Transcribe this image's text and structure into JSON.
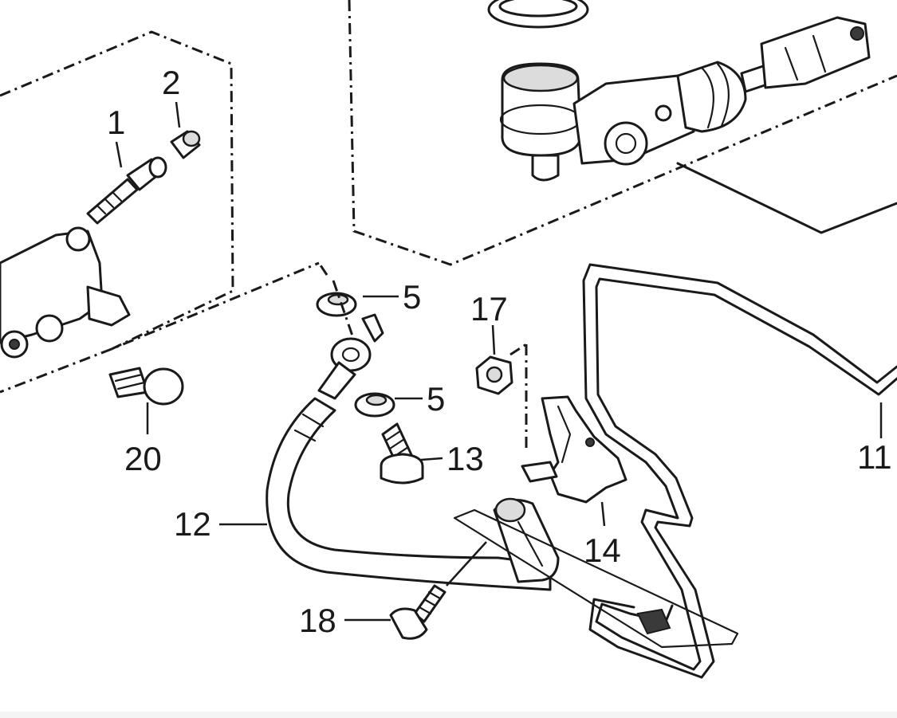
{
  "callouts": {
    "c1": "1",
    "c2": "2",
    "c5a": "5",
    "c5b": "5",
    "c11": "11",
    "c12": "12",
    "c13": "13",
    "c14": "14",
    "c17": "17",
    "c18": "18",
    "c20": "20"
  },
  "parts": [
    {
      "callout": "1",
      "icon": "bleeder-screw-icon"
    },
    {
      "callout": "2",
      "icon": "cap-icon"
    },
    {
      "callout": "5",
      "icon": "washer-icon"
    },
    {
      "callout": "11",
      "icon": "pipe-icon"
    },
    {
      "callout": "12",
      "icon": "hose-icon"
    },
    {
      "callout": "13",
      "icon": "bolt-icon"
    },
    {
      "callout": "14",
      "icon": "bracket-icon"
    },
    {
      "callout": "17",
      "icon": "nut-icon"
    },
    {
      "callout": "18",
      "icon": "bolt-icon"
    },
    {
      "callout": "20",
      "icon": "bolt-icon"
    }
  ],
  "colors": {
    "ink": "#1a1a1a",
    "background": "#ffffff"
  }
}
